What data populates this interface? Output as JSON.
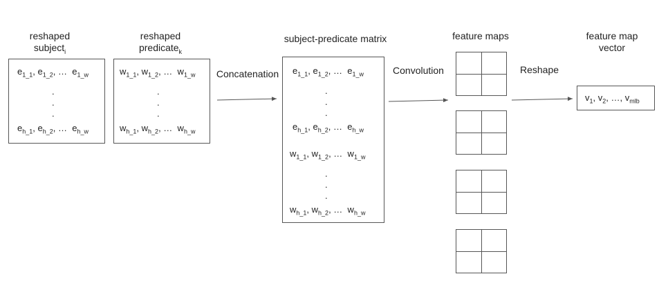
{
  "subject": {
    "title_line1": "reshaped",
    "title_line2": "subject",
    "title_sub": "i",
    "row1": {
      "a": "e",
      "a_sub": "1_1",
      "b": "e",
      "b_sub": "1_2",
      "mid": ", …",
      "c": "e",
      "c_sub": "1_w"
    },
    "rowh": {
      "a": "e",
      "a_sub": "h_1",
      "b": "e",
      "b_sub": "h_2",
      "mid": ", …",
      "c": "e",
      "c_sub": "h_w"
    }
  },
  "predicate": {
    "title_line1": "reshaped",
    "title_line2": "predicate",
    "title_sub": "k",
    "row1": {
      "a": "w",
      "a_sub": "1_1",
      "b": "w",
      "b_sub": "1_2",
      "mid": ", …",
      "c": "w",
      "c_sub": "1_w"
    },
    "rowh": {
      "a": "w",
      "a_sub": "h_1",
      "b": "w",
      "b_sub": "h_2",
      "mid": ", …",
      "c": "w",
      "c_sub": "h_w"
    }
  },
  "arrows": {
    "concatenation": "Concatenation",
    "convolution": "Convolution",
    "reshape": "Reshape"
  },
  "matrix": {
    "title": "subject-predicate matrix"
  },
  "feature_maps": {
    "title": "feature maps"
  },
  "vector": {
    "title_line1": "feature map",
    "title_line2": "vector",
    "v1": "v",
    "v1_sub": "1",
    "v2": "v",
    "v2_sub": "2",
    "ellipsis": ", …,",
    "vn": "v",
    "vn_sub": "mlb"
  },
  "dot": "."
}
